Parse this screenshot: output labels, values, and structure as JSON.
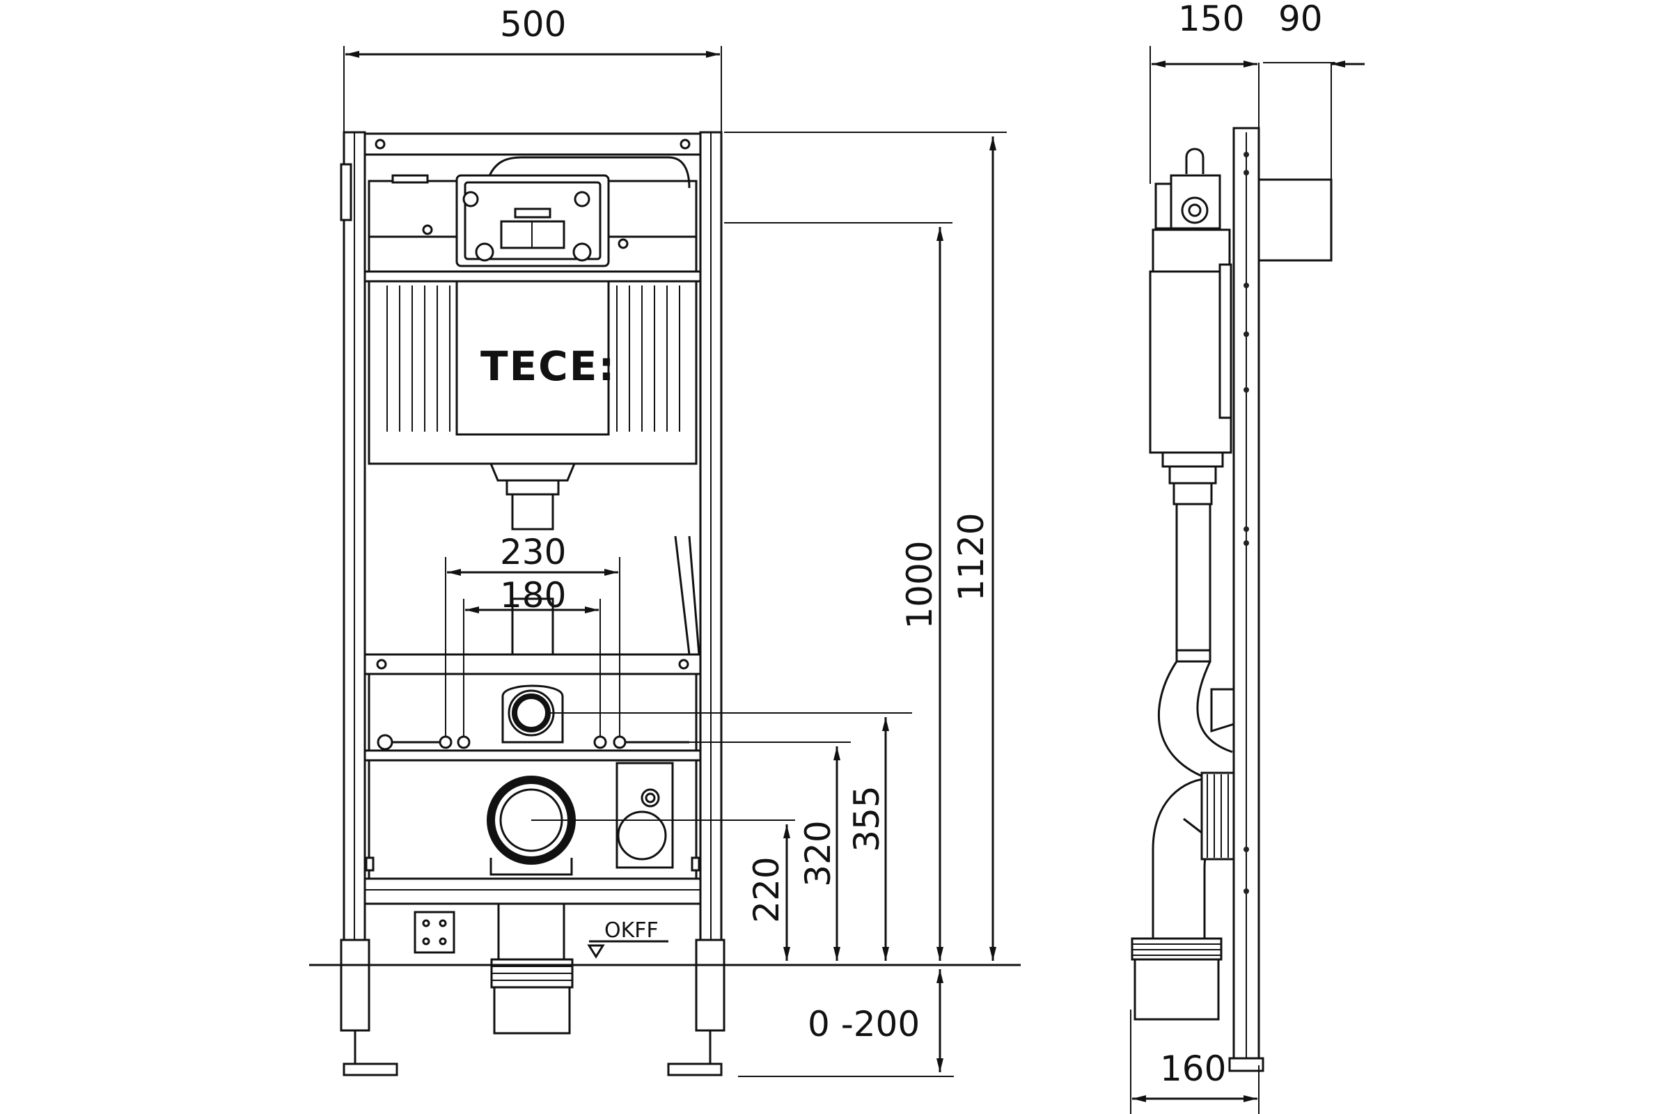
{
  "brand": {
    "logo": "TECE:"
  },
  "front_view": {
    "dims": {
      "width": "500",
      "outer_spacing": "230",
      "inner_spacing": "180",
      "height_top": "1120",
      "height_frame": "1000",
      "h355": "355",
      "h320": "320",
      "h220": "220",
      "adjust": "0 -200"
    },
    "floor_label": "OKFF"
  },
  "side_view": {
    "dims": {
      "depth_150": "150",
      "depth_90": "90",
      "bottom_160": "160"
    }
  }
}
